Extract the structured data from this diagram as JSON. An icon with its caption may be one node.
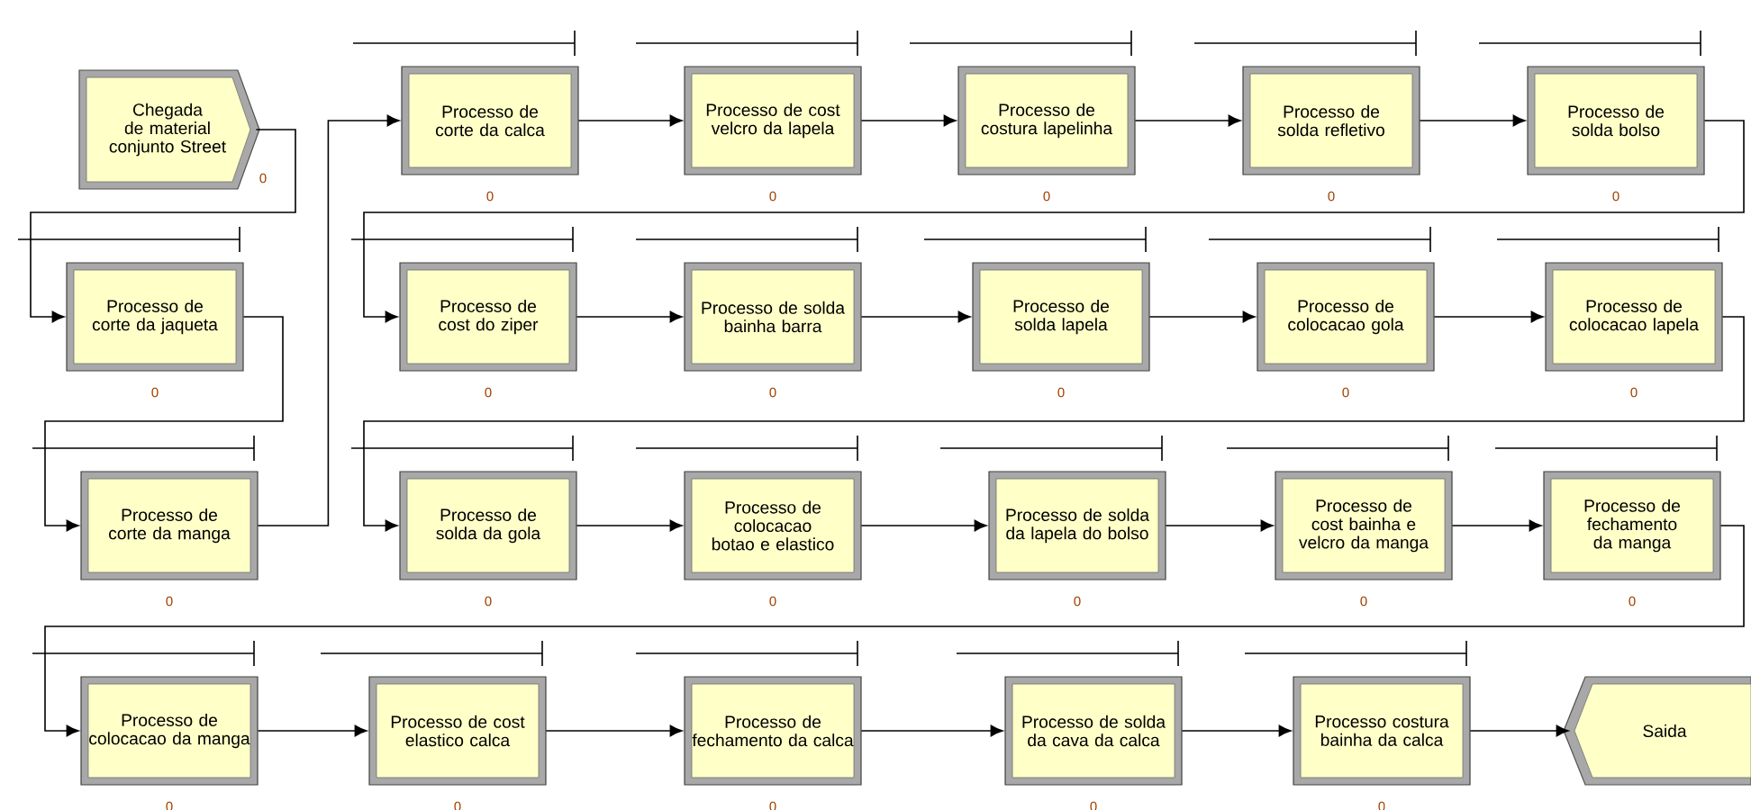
{
  "diagram": {
    "nodes": [
      {
        "text": [
          "Chegada de material conjunto Street"
        ],
        "beside": [
          "0"
        ]
      },
      {
        "text": [
          "Processo de corte da calca"
        ],
        "beside": [
          "0"
        ]
      },
      {
        "text": [
          "Processo de cost velcro da lapela"
        ],
        "beside": [
          "0"
        ]
      },
      {
        "text": [
          "Processo de costura lapelinha"
        ],
        "beside": [
          "0"
        ]
      },
      {
        "text": [
          "Processo de solda refletivo"
        ],
        "beside": [
          "0"
        ]
      },
      {
        "text": [
          "Processo de solda bolso"
        ],
        "beside": [
          "0"
        ]
      },
      {
        "text": [
          "Processo de corte da jaqueta"
        ],
        "beside": [
          "0"
        ]
      },
      {
        "text": [
          "Processo de cost do ziper"
        ],
        "beside": [
          "0"
        ]
      },
      {
        "text": [
          "Processo de solda bainha barra"
        ],
        "beside": [
          "0"
        ]
      },
      {
        "text": [
          "Processo de solda lapela"
        ],
        "beside": [
          "0"
        ]
      },
      {
        "text": [
          "Processo de colocacao gola"
        ],
        "beside": [
          "0"
        ]
      },
      {
        "text": [
          "Processo de colocacao lapela"
        ],
        "beside": [
          "0"
        ]
      },
      {
        "text": [
          "Processo de corte da manga"
        ],
        "beside": [
          "0"
        ]
      },
      {
        "text": [
          "Processo de solda da gola"
        ],
        "beside": [
          "0"
        ]
      },
      {
        "text": [
          "Processo de colocacao botao e elastico"
        ],
        "beside": [
          "0"
        ]
      },
      {
        "text": [
          "Processo de solda da lapela do bolso"
        ],
        "beside": [
          "0"
        ]
      },
      {
        "text": [
          "Processo de cost bainha e velcro da manga"
        ],
        "beside": [
          "0"
        ]
      },
      {
        "text": [
          "Processo de fechamento da manga"
        ],
        "beside": [
          "0"
        ]
      },
      {
        "text": [
          "Processo de colocacao da manga"
        ],
        "beside": [
          "0"
        ]
      },
      {
        "text": [
          "Processo de cost elastico calca"
        ],
        "beside": [
          "0"
        ]
      },
      {
        "text": [
          "Processo de fechamento da calca"
        ],
        "beside": [
          "0"
        ]
      },
      {
        "text": [
          "Processo de solda da cava da calca"
        ],
        "beside": [
          "0"
        ]
      },
      {
        "text": [
          "Processo costura bainha da calca"
        ],
        "beside": [
          "0"
        ]
      },
      {
        "text": [
          "Saida"
        ]
      }
    ],
    "edges": [
      {
        "from": 0,
        "to": 6,
        "arrow": "to"
      },
      {
        "from": 6,
        "to": 12,
        "arrow": "to"
      },
      {
        "from": 12,
        "to": 1,
        "arrow": "to"
      },
      {
        "from": 1,
        "to": 2,
        "arrow": "to"
      },
      {
        "from": 2,
        "to": 3,
        "arrow": "to"
      },
      {
        "from": 3,
        "to": 4,
        "arrow": "to"
      },
      {
        "from": 4,
        "to": 5,
        "arrow": "to"
      },
      {
        "from": 5,
        "to": 7,
        "arrow": "to"
      },
      {
        "from": 7,
        "to": 8,
        "arrow": "to"
      },
      {
        "from": 8,
        "to": 9,
        "arrow": "to"
      },
      {
        "from": 9,
        "to": 10,
        "arrow": "to"
      },
      {
        "from": 10,
        "to": 11,
        "arrow": "to"
      },
      {
        "from": 11,
        "to": 13,
        "arrow": "to"
      },
      {
        "from": 13,
        "to": 14,
        "arrow": "to"
      },
      {
        "from": 14,
        "to": 15,
        "arrow": "to"
      },
      {
        "from": 15,
        "to": 16,
        "arrow": "to"
      },
      {
        "from": 16,
        "to": 17,
        "arrow": "to"
      },
      {
        "from": 17,
        "to": 18,
        "arrow": "to"
      },
      {
        "from": 18,
        "to": 19,
        "arrow": "to"
      },
      {
        "from": 19,
        "to": 20,
        "arrow": "to"
      },
      {
        "from": 20,
        "to": 21,
        "arrow": "to"
      },
      {
        "from": 21,
        "to": 22,
        "arrow": "to"
      },
      {
        "from": 22,
        "to": 23,
        "arrow": "to"
      }
    ]
  }
}
